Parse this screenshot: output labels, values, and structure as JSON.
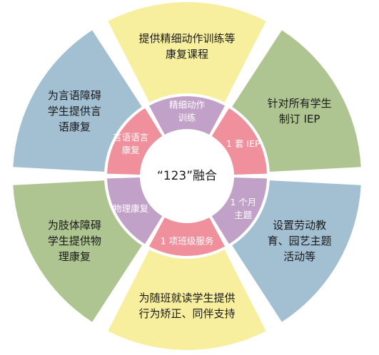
{
  "center_label": "“123”融合",
  "outer_segments": [
    {
      "lines": [
        "提供精细动作训练等",
        "康复课程"
      ],
      "color": "#f7ef9e"
    },
    {
      "lines": [
        "针对所有学生",
        "制订 IEP"
      ],
      "color": "#aec591"
    },
    {
      "lines": [
        "设置劳动教",
        "育、园艺主题",
        "活动等"
      ],
      "color": "#a3c0d3"
    },
    {
      "lines": [
        "为随班就读学生提供",
        "行为矫正、同伴支持"
      ],
      "color": "#f7ef9e"
    },
    {
      "lines": [
        "为肢体障碍",
        "学生提供物",
        "理康复"
      ],
      "color": "#aec591"
    },
    {
      "lines": [
        "为言语障碍",
        "学生提供言",
        "语康复"
      ],
      "color": "#a3c0d3"
    }
  ],
  "inner_segments": [
    {
      "lines": [
        "精细动作",
        "训练"
      ],
      "color": "#c2a1c9"
    },
    {
      "lines": [
        "1 套 IEP"
      ],
      "color": "#ef909c"
    },
    {
      "lines": [
        "1 个月",
        "主题"
      ],
      "color": "#c2a1c9"
    },
    {
      "lines": [
        "1 项班级服务"
      ],
      "color": "#ef909c"
    },
    {
      "lines": [
        "物理康复"
      ],
      "color": "#c2a1c9"
    },
    {
      "lines": [
        "言语语言",
        "康复"
      ],
      "color": "#ef909c"
    }
  ]
}
